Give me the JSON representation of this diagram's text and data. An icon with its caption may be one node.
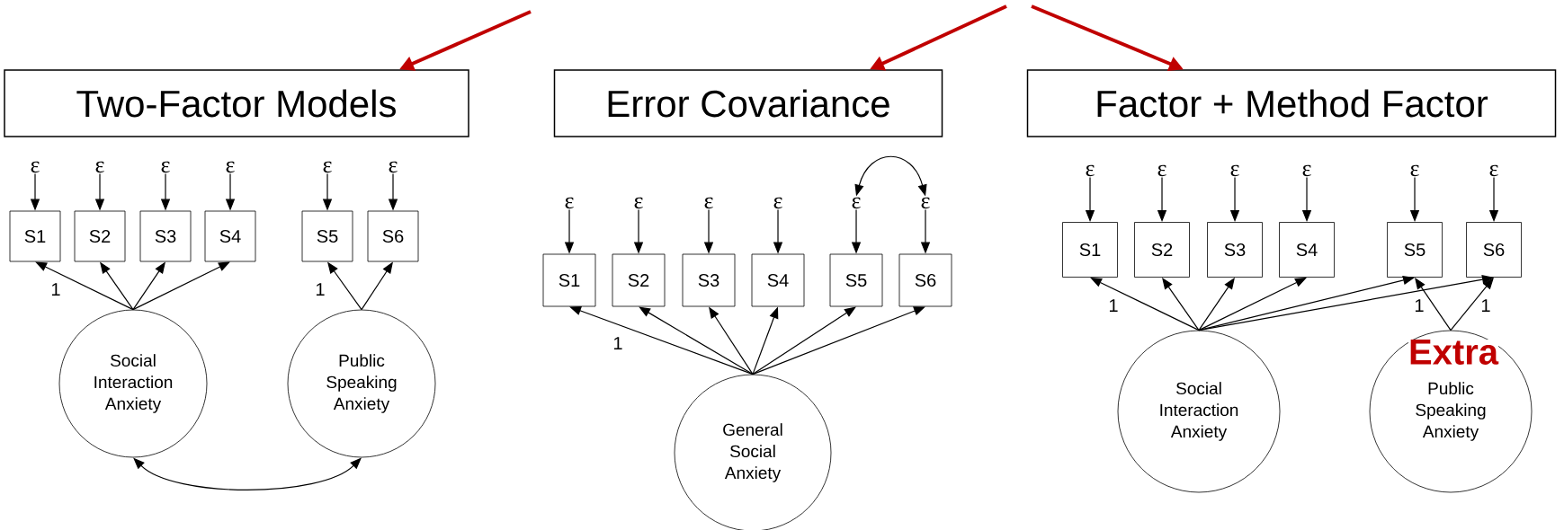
{
  "diagram": {
    "nodes": [
      {
        "text": [
          "Two-Factor Models"
        ]
      },
      {
        "text": [
          "Error Covariance"
        ]
      },
      {
        "text": [
          "Factor + Method Factor"
        ]
      },
      {
        "text": [
          "ε"
        ]
      },
      {
        "text": [
          "ε"
        ]
      },
      {
        "text": [
          "ε"
        ]
      },
      {
        "text": [
          "ε"
        ]
      },
      {
        "text": [
          "ε"
        ]
      },
      {
        "text": [
          "ε"
        ]
      },
      {
        "text": [
          "S1"
        ]
      },
      {
        "text": [
          "S2"
        ]
      },
      {
        "text": [
          "S3"
        ]
      },
      {
        "text": [
          "S4"
        ]
      },
      {
        "text": [
          "S5"
        ]
      },
      {
        "text": [
          "S6"
        ]
      },
      {
        "text": [
          "Social Interaction Anxiety"
        ]
      },
      {
        "text": [
          "Public Speaking Anxiety"
        ]
      },
      {
        "text": [
          "ε"
        ]
      },
      {
        "text": [
          "ε"
        ]
      },
      {
        "text": [
          "ε"
        ]
      },
      {
        "text": [
          "ε"
        ]
      },
      {
        "text": [
          "ε"
        ]
      },
      {
        "text": [
          "ε"
        ]
      },
      {
        "text": [
          "S1"
        ]
      },
      {
        "text": [
          "S2"
        ]
      },
      {
        "text": [
          "S3"
        ]
      },
      {
        "text": [
          "S4"
        ]
      },
      {
        "text": [
          "S5"
        ]
      },
      {
        "text": [
          "S6"
        ]
      },
      {
        "text": [
          "General Social Anxiety"
        ]
      },
      {
        "text": [
          "ε"
        ]
      },
      {
        "text": [
          "ε"
        ]
      },
      {
        "text": [
          "ε"
        ]
      },
      {
        "text": [
          "ε"
        ]
      },
      {
        "text": [
          "ε"
        ]
      },
      {
        "text": [
          "ε"
        ]
      },
      {
        "text": [
          "S1"
        ]
      },
      {
        "text": [
          "S2"
        ]
      },
      {
        "text": [
          "S3"
        ]
      },
      {
        "text": [
          "S4"
        ]
      },
      {
        "text": [
          "S5"
        ]
      },
      {
        "text": [
          "S6"
        ]
      },
      {
        "text": [
          "Social Interaction Anxiety"
        ]
      },
      {
        "text": [
          "Public Speaking Anxiety"
        ]
      }
    ],
    "edges": [
      {
        "from": null,
        "to": 0,
        "arrow": "to",
        "style": "thick",
        "color": "#c00000"
      },
      {
        "from": null,
        "to": 1,
        "arrow": "to",
        "style": "thick",
        "color": "#c00000"
      },
      {
        "from": null,
        "to": 2,
        "arrow": "to",
        "style": "thick",
        "color": "#c00000"
      },
      {
        "from": 3,
        "to": 9,
        "arrow": "to"
      },
      {
        "from": 4,
        "to": 10,
        "arrow": "to"
      },
      {
        "from": 5,
        "to": 11,
        "arrow": "to"
      },
      {
        "from": 6,
        "to": 12,
        "arrow": "to"
      },
      {
        "from": 7,
        "to": 13,
        "arrow": "to"
      },
      {
        "from": 8,
        "to": 14,
        "arrow": "to"
      },
      {
        "from": 15,
        "to": 9,
        "arrow": "to",
        "label": "1"
      },
      {
        "from": 15,
        "to": 10,
        "arrow": "to"
      },
      {
        "from": 15,
        "to": 11,
        "arrow": "to"
      },
      {
        "from": 15,
        "to": 12,
        "arrow": "to"
      },
      {
        "from": 16,
        "to": 13,
        "arrow": "to",
        "label": "1"
      },
      {
        "from": 16,
        "to": 14,
        "arrow": "to"
      },
      {
        "from": 15,
        "to": 16,
        "arrow": "both"
      },
      {
        "from": 17,
        "to": 23,
        "arrow": "to"
      },
      {
        "from": 18,
        "to": 24,
        "arrow": "to"
      },
      {
        "from": 19,
        "to": 25,
        "arrow": "to"
      },
      {
        "from": 20,
        "to": 26,
        "arrow": "to"
      },
      {
        "from": 21,
        "to": 27,
        "arrow": "to"
      },
      {
        "from": 22,
        "to": 28,
        "arrow": "to"
      },
      {
        "from": 29,
        "to": 23,
        "arrow": "to",
        "label": "1"
      },
      {
        "from": 29,
        "to": 24,
        "arrow": "to"
      },
      {
        "from": 29,
        "to": 25,
        "arrow": "to"
      },
      {
        "from": 29,
        "to": 26,
        "arrow": "to"
      },
      {
        "from": 29,
        "to": 27,
        "arrow": "to"
      },
      {
        "from": 29,
        "to": 28,
        "arrow": "to"
      },
      {
        "from": 21,
        "to": 22,
        "arrow": "both"
      },
      {
        "from": 30,
        "to": 36,
        "arrow": "to"
      },
      {
        "from": 31,
        "to": 37,
        "arrow": "to"
      },
      {
        "from": 32,
        "to": 38,
        "arrow": "to"
      },
      {
        "from": 33,
        "to": 39,
        "arrow": "to"
      },
      {
        "from": 34,
        "to": 40,
        "arrow": "to"
      },
      {
        "from": 35,
        "to": 41,
        "arrow": "to"
      },
      {
        "from": 42,
        "to": 36,
        "arrow": "to",
        "label": "1"
      },
      {
        "from": 42,
        "to": 37,
        "arrow": "to"
      },
      {
        "from": 42,
        "to": 38,
        "arrow": "to"
      },
      {
        "from": 42,
        "to": 39,
        "arrow": "to"
      },
      {
        "from": 42,
        "to": 40,
        "arrow": "to"
      },
      {
        "from": 42,
        "to": 41,
        "arrow": "to"
      },
      {
        "from": 43,
        "to": 40,
        "arrow": "to",
        "label": "1"
      },
      {
        "from": 43,
        "to": 41,
        "arrow": "to",
        "label": "1"
      }
    ],
    "labels": [
      "Extra"
    ]
  }
}
